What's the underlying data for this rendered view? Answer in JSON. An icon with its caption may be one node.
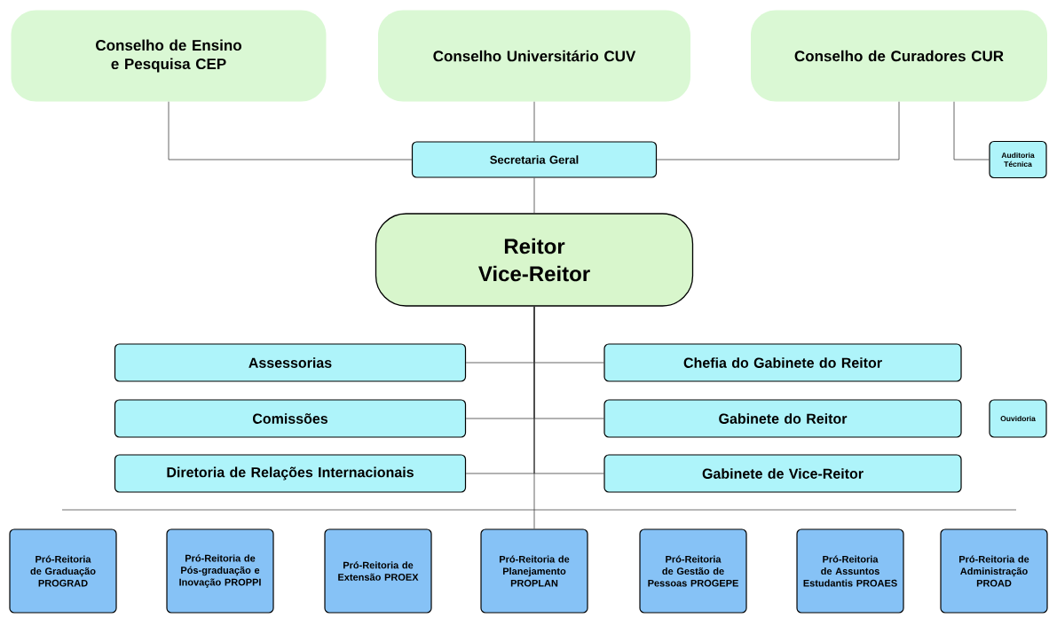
{
  "diagram": {
    "nodes": [
      {
        "text": [
          "Conselho de Ensino e Pesquisa CEP"
        ]
      },
      {
        "text": [
          "Conselho Universitário CUV"
        ]
      },
      {
        "text": [
          "Conselho de Curadores CUR"
        ]
      },
      {
        "text": [
          "Secretaria Geral"
        ]
      },
      {
        "text": [
          "Auditoria Técnica"
        ]
      },
      {
        "text": [
          "Reitor Vice-Reitor"
        ]
      },
      {
        "text": [
          "Assessorias"
        ]
      },
      {
        "text": [
          "Chefia do Gabinete do Reitor"
        ]
      },
      {
        "text": [
          "Comissões"
        ]
      },
      {
        "text": [
          "Gabinete do Reitor"
        ]
      },
      {
        "text": [
          "Ouvidoria"
        ]
      },
      {
        "text": [
          "Diretoria de Relações Internacionais"
        ]
      },
      {
        "text": [
          "Gabinete de Vice-Reitor"
        ]
      },
      {
        "text": [
          "Pró-Reitoria de Graduação PROGRAD"
        ]
      },
      {
        "text": [
          "Pró-Reitoria de Pós-graduação e Inovação PROPPI"
        ]
      },
      {
        "text": [
          "Pró-Reitoria de Extensão PROEX"
        ]
      },
      {
        "text": [
          "Pró-Reitoria de Planejamento PROPLAN"
        ]
      },
      {
        "text": [
          "Pró-Reitoria de Gestão de Pessoas PROGEPE"
        ]
      },
      {
        "text": [
          "Pró-Reitoria de Assuntos Estudantis PROAES"
        ]
      },
      {
        "text": [
          "Pró-Reitoria de Administração PROAD"
        ]
      }
    ],
    "edges": [
      {
        "from": 0,
        "to": 3,
        "arrow": "none"
      },
      {
        "from": 1,
        "to": 3,
        "arrow": "none"
      },
      {
        "from": 2,
        "to": 3,
        "arrow": "none"
      },
      {
        "from": 2,
        "to": 4,
        "arrow": "none"
      },
      {
        "from": 3,
        "to": 5,
        "arrow": "none"
      },
      {
        "from": 5,
        "to": 6,
        "arrow": "none"
      },
      {
        "from": 5,
        "to": 7,
        "arrow": "none"
      },
      {
        "from": 5,
        "to": 8,
        "arrow": "none"
      },
      {
        "from": 5,
        "to": 9,
        "arrow": "none"
      },
      {
        "from": 5,
        "to": 11,
        "arrow": "none"
      },
      {
        "from": 5,
        "to": 12,
        "arrow": "none"
      },
      {
        "from": 5,
        "to": 16,
        "arrow": "none"
      }
    ]
  }
}
